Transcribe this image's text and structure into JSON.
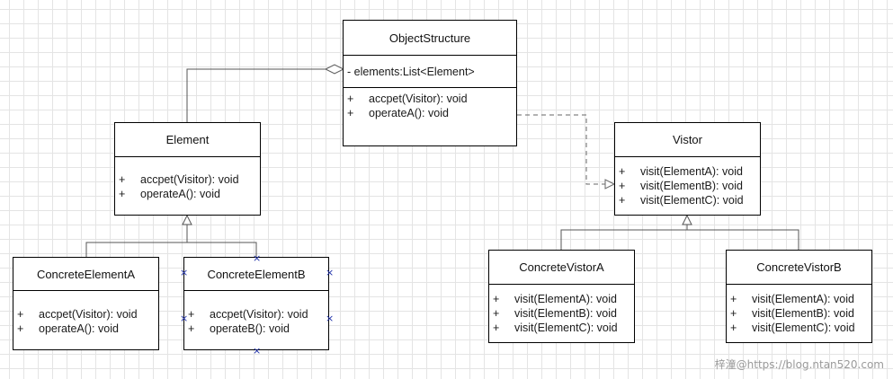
{
  "classes": {
    "object_structure": {
      "name": "ObjectStructure",
      "attributes": [
        "- elements:List<Element>"
      ],
      "operations": [
        {
          "vis": "+",
          "text": "accpet(Visitor): void"
        },
        {
          "vis": "+",
          "text": "operateA(): void"
        }
      ]
    },
    "element": {
      "name": "Element",
      "operations": [
        {
          "vis": "+",
          "text": "accpet(Visitor): void"
        },
        {
          "vis": "+",
          "text": "operateA(): void"
        }
      ]
    },
    "concrete_element_a": {
      "name": "ConcreteElementA",
      "operations": [
        {
          "vis": "+",
          "text": "accpet(Visitor): void"
        },
        {
          "vis": "+",
          "text": "operateA(): void"
        }
      ]
    },
    "concrete_element_b": {
      "name": "ConcreteElementB",
      "operations": [
        {
          "vis": "+",
          "text": "accpet(Visitor): void"
        },
        {
          "vis": "+",
          "text": "operateB(): void"
        }
      ]
    },
    "vistor": {
      "name": "Vistor",
      "operations": [
        {
          "vis": "+",
          "text": "visit(ElementA): void"
        },
        {
          "vis": "+",
          "text": "visit(ElementB): void"
        },
        {
          "vis": "+",
          "text": "visit(ElementC): void"
        }
      ]
    },
    "concrete_vistor_a": {
      "name": "ConcreteVistorA",
      "operations": [
        {
          "vis": "+",
          "text": "visit(ElementA): void"
        },
        {
          "vis": "+",
          "text": "visit(ElementB): void"
        },
        {
          "vis": "+",
          "text": "visit(ElementC): void"
        }
      ]
    },
    "concrete_vistor_b": {
      "name": "ConcreteVistorB",
      "operations": [
        {
          "vis": "+",
          "text": "visit(ElementA): void"
        },
        {
          "vis": "+",
          "text": "visit(ElementB): void"
        },
        {
          "vis": "+",
          "text": "visit(ElementC): void"
        }
      ]
    }
  },
  "watermark": "梓潼@https://blog.ntan520.com",
  "colors": {
    "line": "#555555",
    "border": "#000000",
    "handle": "#2233aa"
  }
}
